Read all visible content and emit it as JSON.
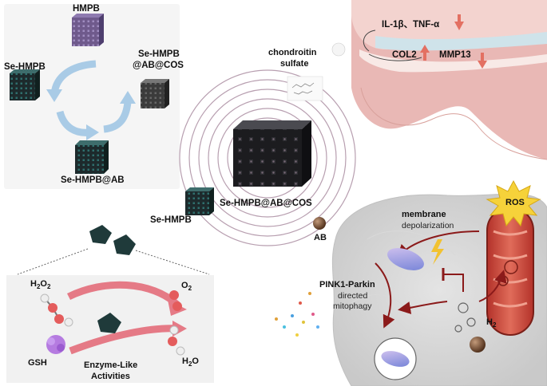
{
  "synthesis": {
    "hmpb": "HMPB",
    "se_hmpb": "Se-HMPB",
    "se_hmpb_ab": "Se-HMPB@AB",
    "final_line1": "Se-HMPB",
    "final_line2": "@AB@COS"
  },
  "center": {
    "chondroitin_line1": "chondroitin",
    "chondroitin_line2": "sulfate",
    "nanoparticle_label": "Se-HMPB@AB@COS",
    "se_hmpb_label": "Se-HMPB",
    "ab_label": "AB"
  },
  "joint": {
    "cytokines": "IL-1β、TNF-α",
    "col2": "COL2",
    "mmp13": "MMP13"
  },
  "cell": {
    "ros": "ROS",
    "membrane": "membrane",
    "depolarization": "depolarization",
    "pink1": "PINK1-Parkin",
    "directed": "directed",
    "mitophagy": "mitophagy",
    "h2": "H",
    "h2_sub": "2"
  },
  "enzyme": {
    "h2o2_main": "H",
    "h2o2_sub1": "2",
    "h2o2_mid": "O",
    "h2o2_sub2": "2",
    "o2_main": "O",
    "o2_sub": "2",
    "gsh": "GSH",
    "h2o_main": "H",
    "h2o_sub": "2",
    "h2o_end": "O",
    "title_line1": "Enzyme-Like",
    "title_line2": "Activities"
  },
  "colors": {
    "arrow_blue": "#a9cbe6",
    "arrow_pink": "#e57a86",
    "dark_red": "#8b1a1a",
    "ros_yellow": "#f6d23a",
    "tissue_pink": "#e9b8b5"
  }
}
